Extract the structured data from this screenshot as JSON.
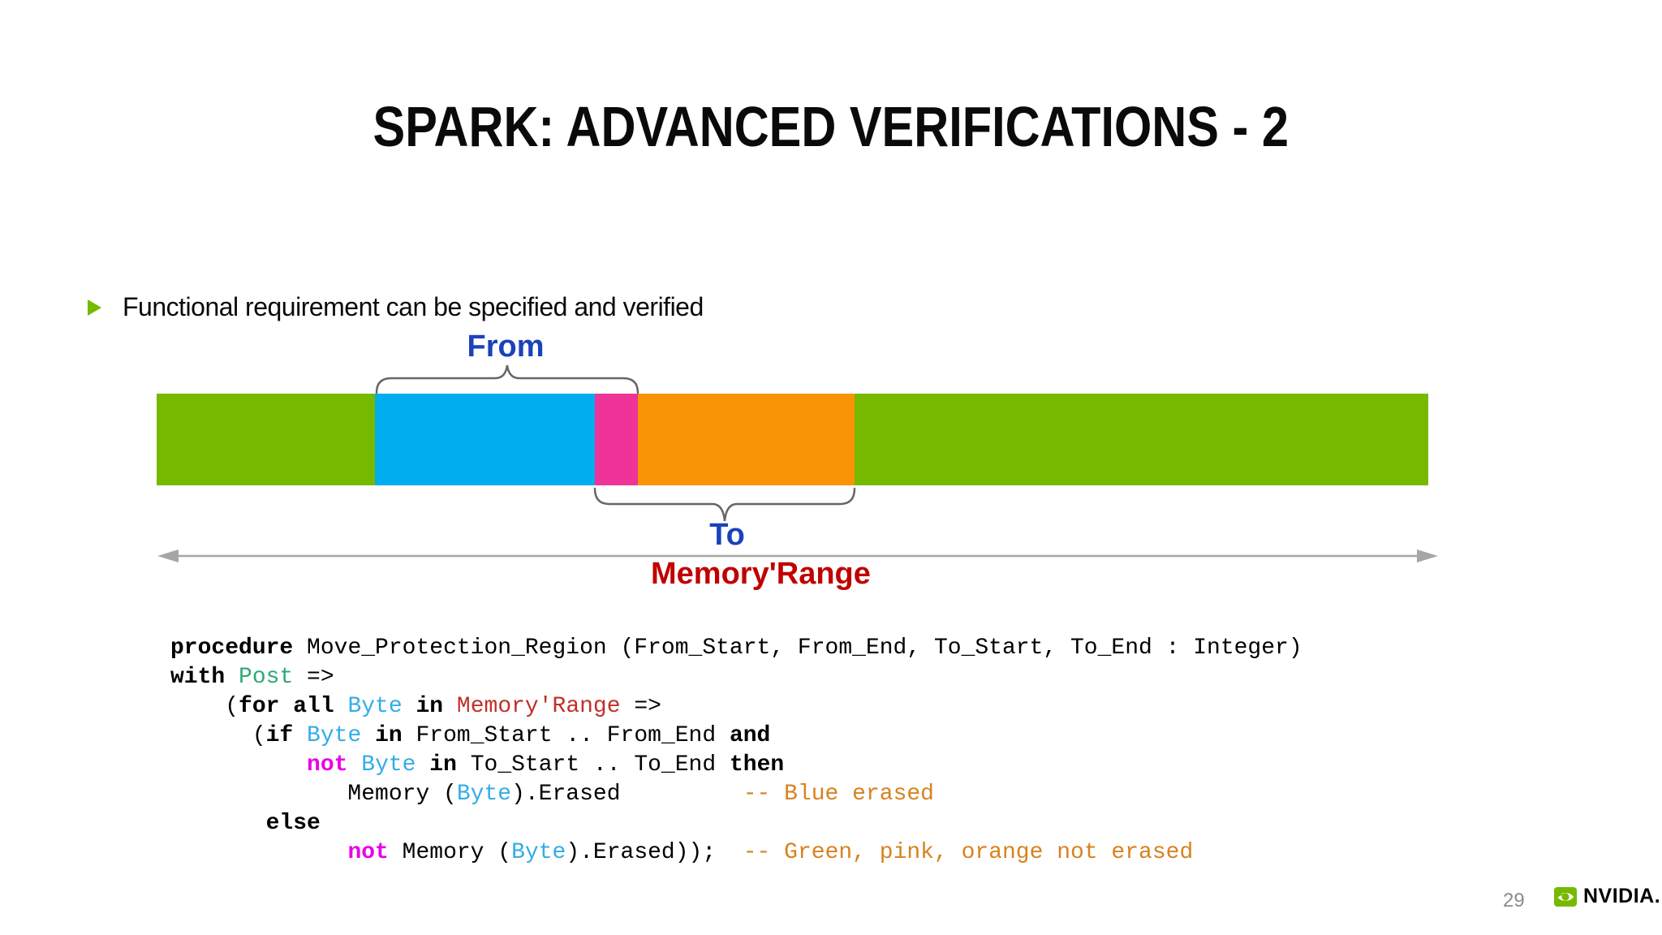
{
  "slide": {
    "title": "SPARK: ADVANCED VERIFICATIONS - 2",
    "bullet": "Functional requirement can be specified and verified",
    "page_number": "29",
    "brand": "NVIDIA."
  },
  "colors": {
    "brand_green": "#76B900",
    "bar_blue": "#00AEEF",
    "bar_pink": "#EE3399",
    "bar_orange": "#F89406",
    "label_blue": "#1B42BC",
    "label_red": "#C00000",
    "code_keyword": "#000000",
    "code_type_cyan": "#33ADE5",
    "code_attr_red": "#C0302A",
    "code_not_magenta": "#E800E8",
    "code_comment_orange": "#D7821E",
    "code_post_green": "#2EA876",
    "arrow_gray": "#A6A6A6",
    "brace_gray": "#666666"
  },
  "diagram": {
    "from_label": "From",
    "to_label": "To",
    "range_label": "Memory'Range",
    "bar_segments": [
      {
        "name": "green-left",
        "color": "#76B900",
        "width_pct": 17.17
      },
      {
        "name": "blue-from",
        "color": "#00AEEF",
        "width_pct": 17.29
      },
      {
        "name": "pink-overlap",
        "color": "#EE3399",
        "width_pct": 3.38
      },
      {
        "name": "orange-to",
        "color": "#F89406",
        "width_pct": 17.04
      },
      {
        "name": "green-right",
        "color": "#76B900",
        "width_pct": 45.12
      }
    ]
  },
  "code": {
    "lines": [
      [
        {
          "s": "kw",
          "t": "procedure"
        },
        {
          "s": "plain",
          "t": " Move_Protection_Region (From_Start, From_End, To_Start, To_End : Integer)"
        }
      ],
      [
        {
          "s": "kw",
          "t": "with"
        },
        {
          "s": "plain",
          "t": " "
        },
        {
          "s": "post",
          "t": "Post"
        },
        {
          "s": "plain",
          "t": " =>"
        }
      ],
      [
        {
          "s": "plain",
          "t": "    ("
        },
        {
          "s": "kw",
          "t": "for all"
        },
        {
          "s": "plain",
          "t": " "
        },
        {
          "s": "type",
          "t": "Byte"
        },
        {
          "s": "plain",
          "t": " "
        },
        {
          "s": "kw",
          "t": "in"
        },
        {
          "s": "plain",
          "t": " "
        },
        {
          "s": "attr",
          "t": "Memory'Range"
        },
        {
          "s": "plain",
          "t": " =>"
        }
      ],
      [
        {
          "s": "plain",
          "t": "      ("
        },
        {
          "s": "kw",
          "t": "if"
        },
        {
          "s": "plain",
          "t": " "
        },
        {
          "s": "type",
          "t": "Byte"
        },
        {
          "s": "plain",
          "t": " "
        },
        {
          "s": "kw",
          "t": "in"
        },
        {
          "s": "plain",
          "t": " From_Start .. From_End "
        },
        {
          "s": "kw",
          "t": "and"
        }
      ],
      [
        {
          "s": "plain",
          "t": "          "
        },
        {
          "s": "neg",
          "t": "not"
        },
        {
          "s": "plain",
          "t": " "
        },
        {
          "s": "type",
          "t": "Byte"
        },
        {
          "s": "plain",
          "t": " "
        },
        {
          "s": "kw",
          "t": "in"
        },
        {
          "s": "plain",
          "t": " To_Start .. To_End "
        },
        {
          "s": "kw",
          "t": "then"
        }
      ],
      [
        {
          "s": "plain",
          "t": "             Memory ("
        },
        {
          "s": "type",
          "t": "Byte"
        },
        {
          "s": "plain",
          "t": ").Erased         "
        },
        {
          "s": "comment",
          "t": "-- Blue erased"
        }
      ],
      [
        {
          "s": "plain",
          "t": "       "
        },
        {
          "s": "kw",
          "t": "else"
        }
      ],
      [
        {
          "s": "plain",
          "t": "             "
        },
        {
          "s": "neg",
          "t": "not"
        },
        {
          "s": "plain",
          "t": " Memory ("
        },
        {
          "s": "type",
          "t": "Byte"
        },
        {
          "s": "plain",
          "t": ").Erased));  "
        },
        {
          "s": "comment",
          "t": "-- Green, pink, orange not erased"
        }
      ]
    ]
  }
}
